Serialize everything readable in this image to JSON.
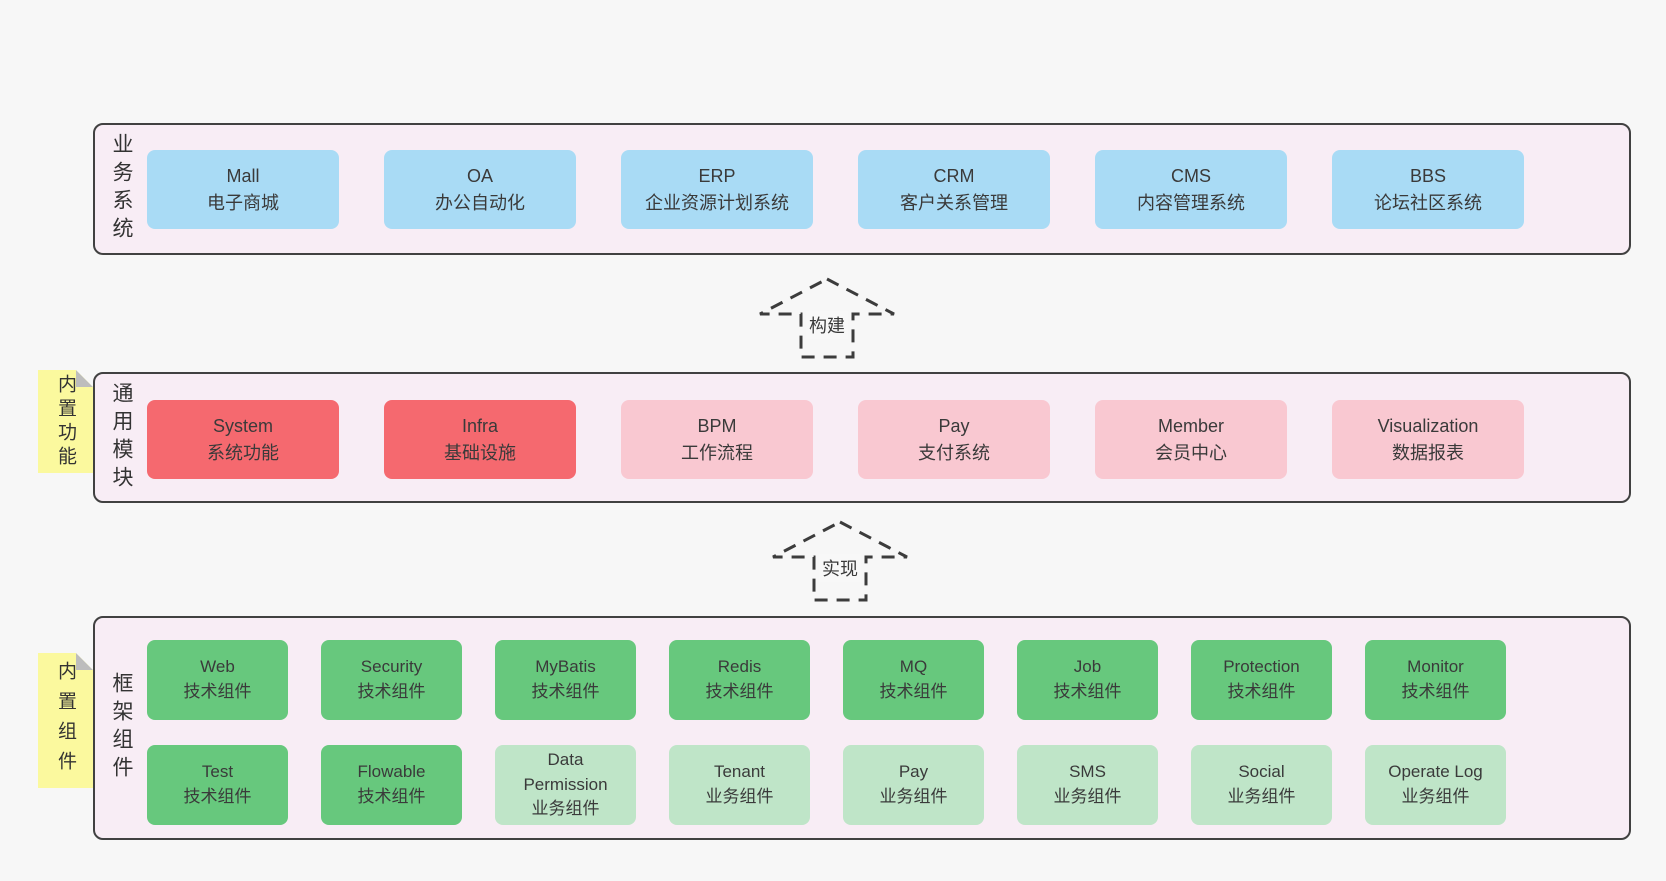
{
  "colors": {
    "page_bg": "#f7f7f7",
    "band_bg": "#f8edf5",
    "band_border": "#414141",
    "blue_box": "#a9dbf5",
    "red_box": "#f5696f",
    "pink_box": "#f9c8d1",
    "green_box": "#67c87d",
    "light_green_box": "#bfe5c8",
    "note_yellow": "#fbf99e",
    "text": "#3a3a3a"
  },
  "arrows": [
    {
      "label": "构建"
    },
    {
      "label": "实现"
    }
  ],
  "bands": [
    {
      "label": "业务系统",
      "boxes": [
        {
          "name": "Mall",
          "desc": "电子商城"
        },
        {
          "name": "OA",
          "desc": "办公自动化"
        },
        {
          "name": "ERP",
          "desc": "企业资源计划系统"
        },
        {
          "name": "CRM",
          "desc": "客户关系管理"
        },
        {
          "name": "CMS",
          "desc": "内容管理系统"
        },
        {
          "name": "BBS",
          "desc": "论坛社区系统"
        }
      ]
    },
    {
      "label": "通用模块",
      "note": "内置功能",
      "boxes": [
        {
          "name": "System",
          "desc": "系统功能"
        },
        {
          "name": "Infra",
          "desc": "基础设施"
        },
        {
          "name": "BPM",
          "desc": "工作流程"
        },
        {
          "name": "Pay",
          "desc": "支付系统"
        },
        {
          "name": "Member",
          "desc": "会员中心"
        },
        {
          "name": "Visualization",
          "desc": "数据报表"
        }
      ]
    },
    {
      "label": "框架组件",
      "note": "内置组件",
      "rows": [
        [
          {
            "name": "Web",
            "desc": "技术组件"
          },
          {
            "name": "Security",
            "desc": "技术组件"
          },
          {
            "name": "MyBatis",
            "desc": "技术组件"
          },
          {
            "name": "Redis",
            "desc": "技术组件"
          },
          {
            "name": "MQ",
            "desc": "技术组件"
          },
          {
            "name": "Job",
            "desc": "技术组件"
          },
          {
            "name": "Protection",
            "desc": "技术组件"
          },
          {
            "name": "Monitor",
            "desc": "技术组件"
          }
        ],
        [
          {
            "name": "Test",
            "desc": "技术组件"
          },
          {
            "name": "Flowable",
            "desc": "技术组件"
          },
          {
            "name": "Data Permission",
            "desc": "业务组件"
          },
          {
            "name": "Tenant",
            "desc": "业务组件"
          },
          {
            "name": "Pay",
            "desc": "业务组件"
          },
          {
            "name": "SMS",
            "desc": "业务组件"
          },
          {
            "name": "Social",
            "desc": "业务组件"
          },
          {
            "name": "Operate Log",
            "desc": "业务组件"
          }
        ]
      ]
    }
  ]
}
